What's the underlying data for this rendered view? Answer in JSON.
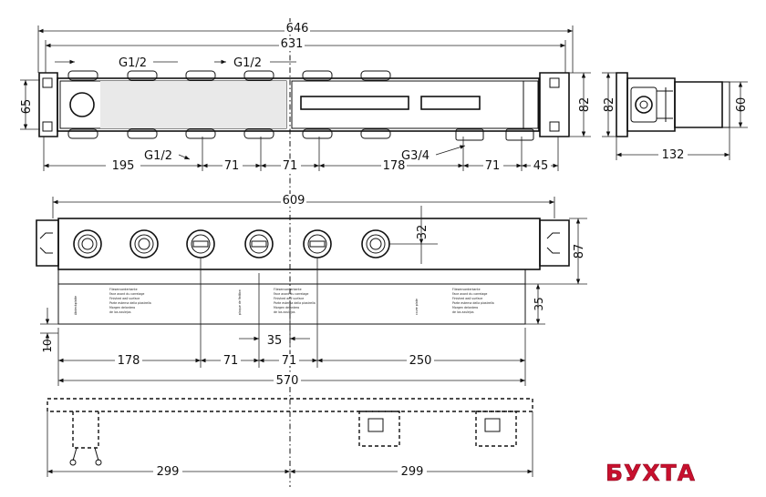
{
  "top_view": {
    "overall_width": "646",
    "inner_width": "631",
    "height_left": "65",
    "height_right": "82",
    "thread_top_left": "G1/2",
    "thread_top_right": "G1/2",
    "thread_bottom": "G1/2",
    "thread_outlet": "G3/4",
    "dims_bottom": [
      "195",
      "71",
      "71",
      "178",
      "71",
      "45"
    ]
  },
  "side_view": {
    "height_outer": "82",
    "height_inner": "60",
    "depth": "132"
  },
  "front_view": {
    "width": "609",
    "height": "87",
    "port_offset": "32",
    "lower_depth": "35",
    "bottom_gap": "10",
    "spacing_center": "35",
    "dims_bottom": [
      "178",
      "71",
      "71",
      "250"
    ],
    "base_width": "570"
  },
  "bottom_view": {
    "half_left": "299",
    "half_right": "299"
  },
  "template_label": {
    "lines": [
      "Fliesenvorderkante",
      "Face avant du carrelage",
      "Finished wall surface",
      "Parte esterna della piastrella",
      "Morgen delantero",
      "de los azulejos"
    ],
    "side_lines": [
      "Abdeckplatte",
      "plaque de finition",
      "cover plate"
    ]
  },
  "logo": {
    "text": "БУХТА",
    "color": "#c8102e"
  }
}
